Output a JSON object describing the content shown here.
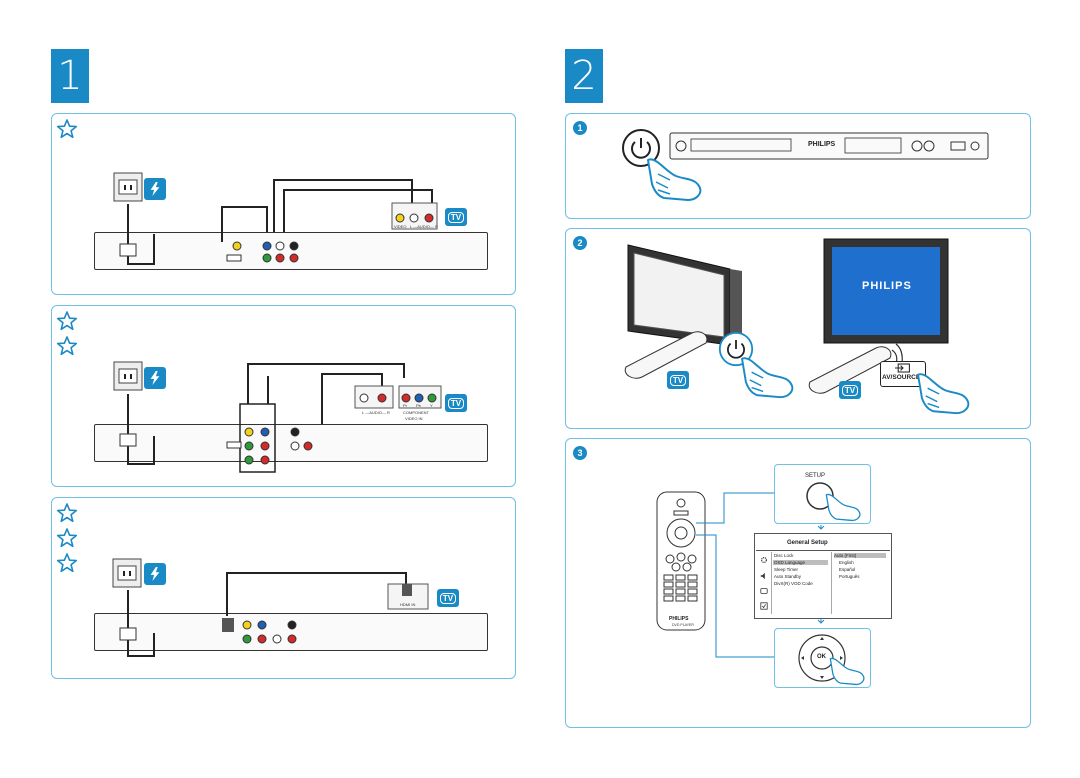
{
  "steps": {
    "step1": "1",
    "step2": "2"
  },
  "step1_panels": {
    "composite": {
      "stars": 1,
      "tv_badge": "TV",
      "labels": {
        "video": "VIDEO",
        "audio": "L —AUDIO— R"
      }
    },
    "component": {
      "stars": 2,
      "tv_badge": "TV",
      "labels": {
        "audio": "L —AUDIO— R",
        "pr": "Pr",
        "pb": "Pb",
        "y": "Y",
        "component": "COMPONENT",
        "video_in": "VIDEO IN"
      }
    },
    "hdmi": {
      "stars": 3,
      "tv_badge": "TV",
      "labels": {
        "hdmi_in": "HDMI IN"
      }
    }
  },
  "step2_panels": {
    "power": {
      "bullet": "1",
      "brand": "PHILIPS"
    },
    "tv_on": {
      "bullet": "2",
      "tv_brand": "PHILIPS",
      "tv_badge_left": "TV",
      "tv_badge_right": "TV",
      "source_button": "AV/SOURCE"
    },
    "setup": {
      "bullet": "3",
      "setup_button": "SETUP",
      "ok_button": "OK",
      "remote_brand": "PHILIPS",
      "remote_model": "DVD PLAYER",
      "menu": {
        "title": "General Setup",
        "items": [
          "Disc Lock",
          "OSD Language",
          "Sleep Timer",
          "Auto Standby",
          "DivX(R) VOD Code"
        ],
        "options": [
          "Auto (First)",
          "English",
          "Español",
          "Português"
        ]
      }
    }
  },
  "colors": {
    "accent": "#1a8ac7",
    "panel_border": "#6fc0e3",
    "yellow": "#f2d21b",
    "red": "#d42a2a",
    "green": "#2f9a3c",
    "blue": "#1f5fb5",
    "tv_screen": "#1f6fcf"
  },
  "icons": [
    "star-icon",
    "lightning-icon",
    "power-outlet-icon",
    "tv-icon",
    "power-button-icon",
    "hand-press-icon",
    "remote-control-icon",
    "source-icon"
  ]
}
